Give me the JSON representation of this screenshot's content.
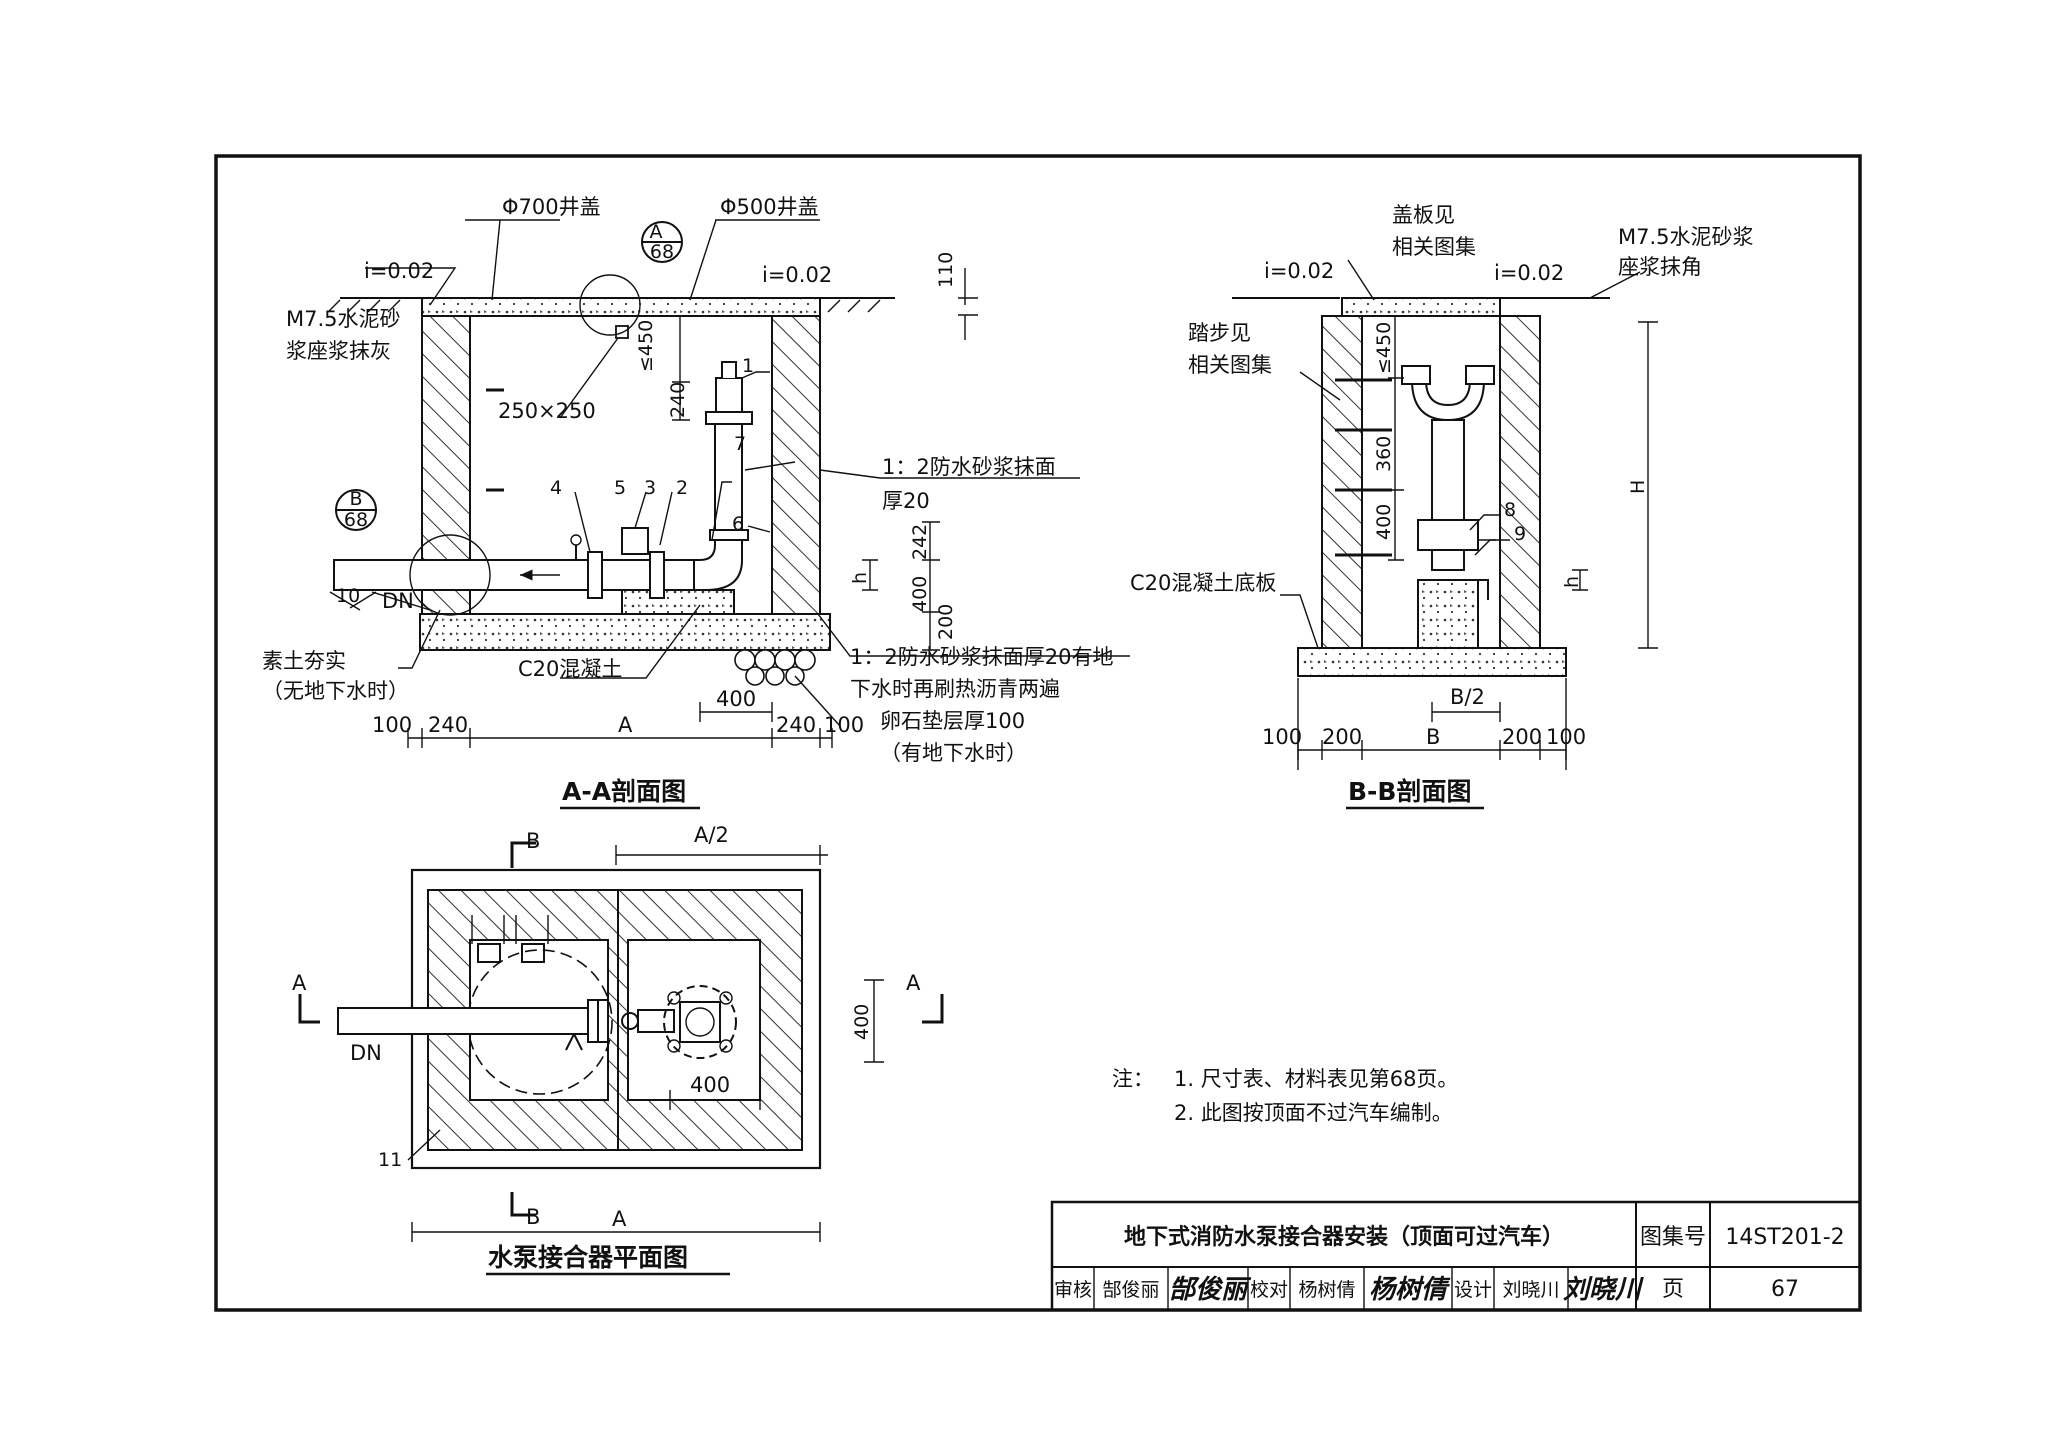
{
  "section_aa": {
    "title": "A-A剖面图",
    "labels": {
      "cover_700": "Φ700井盖",
      "cover_500": "Φ500井盖",
      "slope_left": "i=0.02",
      "slope_right": "i=0.02",
      "dim_110": "110",
      "mortar_1": "M7.5水泥砂",
      "mortar_2": "浆座浆抹灰",
      "opening": "250×250",
      "ref_a_top": "A",
      "ref_a_bottom": "68",
      "ref_b_top": "B",
      "ref_b_bottom": "68",
      "waterproof_1": "1：2防水砂浆抹面",
      "waterproof_2": "厚20",
      "dn": "DN",
      "soil_1": "素土夯实",
      "soil_2": "（无地下水时）",
      "c20": "C20混凝土",
      "waterproof_3": "1：2防水砂浆抹面厚20有地",
      "waterproof_4": "下水时再刷热沥青两遍",
      "gravel_1": "卵石垫层厚100",
      "gravel_2": "（有地下水时）",
      "dim_450": "≤450",
      "dim_240v": "240",
      "dim_242": "242",
      "dim_400v": "400",
      "dim_200": "200",
      "dim_h": "h",
      "dim_400h": "400",
      "dim_100_l": "100",
      "dim_240_l": "240",
      "dim_a": "A",
      "dim_240_r": "240",
      "dim_100_r": "100",
      "item_1": "1",
      "item_2": "2",
      "item_3": "3",
      "item_4": "4",
      "item_5": "5",
      "item_6": "6",
      "item_7": "7",
      "item_10": "10"
    }
  },
  "section_bb": {
    "title": "B-B剖面图",
    "labels": {
      "cover_1": "盖板见",
      "cover_2": "相关图集",
      "mortar_1": "M7.5水泥砂浆",
      "mortar_2": "座浆抹角",
      "slope_left": "i=0.02",
      "slope_right": "i=0.02",
      "step_1": "踏步见",
      "step_2": "相关图集",
      "dim_450": "≤450",
      "dim_360": "360",
      "dim_400": "400",
      "dim_H": "H",
      "dim_h": "h",
      "item_8": "8",
      "item_9": "9",
      "c20": "C20混凝土底板",
      "dim_b2": "B/2",
      "dim_100_l": "100",
      "dim_200_l": "200",
      "dim_b": "B",
      "dim_200_r": "200",
      "dim_100_r": "100"
    }
  },
  "plan": {
    "title": "水泵接合器平面图",
    "labels": {
      "sec_b_top": "B",
      "sec_b_bottom": "B",
      "sec_a_left": "A",
      "sec_a_right": "A",
      "dim_a2": "A/2",
      "dim_400v": "400",
      "dim_400h": "400",
      "dn": "DN",
      "item_11": "11",
      "dim_a": "A"
    }
  },
  "notes": {
    "label": "注：",
    "items": [
      "1. 尺寸表、材料表见第68页。",
      "2. 此图按顶面不过汽车编制。"
    ]
  },
  "title_block": {
    "title": "地下式消防水泵接合器安装（顶面可过汽车）",
    "atlas_label": "图集号",
    "atlas_no": "14ST201-2",
    "review_label": "审核",
    "reviewer": "郜俊丽",
    "reviewer_sig": "郜俊丽",
    "check_label": "校对",
    "checker": "杨树倩",
    "checker_sig": "杨树倩",
    "design_label": "设计",
    "designer": "刘晓川",
    "designer_sig": "刘晓川",
    "page_label": "页",
    "page_no": "67"
  }
}
